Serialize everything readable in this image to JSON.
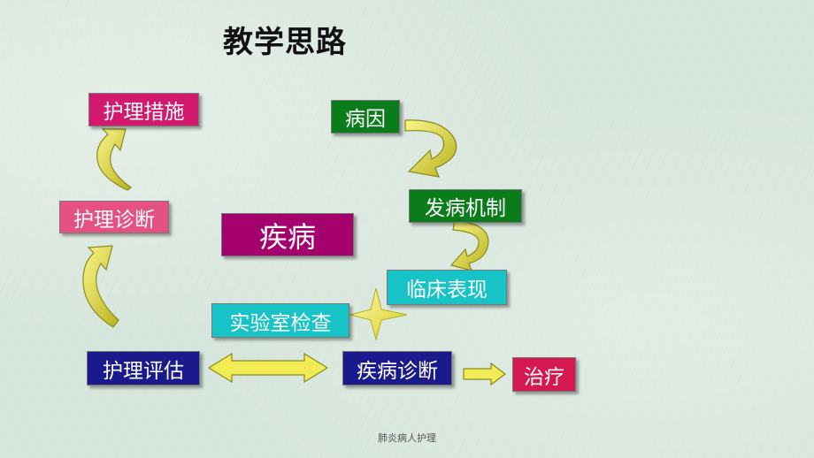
{
  "slide": {
    "title": "教学思路",
    "footer": "肺炎病人护理",
    "boxes": {
      "nursing_measures": "护理措施",
      "nursing_diagnosis": "护理诊断",
      "disease": "疾病",
      "etiology": "病因",
      "pathogenesis": "发病机制",
      "clinical_manifestations": "临床表现",
      "lab_tests": "实验室检查",
      "nursing_assessment": "护理评估",
      "disease_diagnosis": "疾病诊断",
      "treatment": "治疗"
    }
  },
  "colors": {
    "magenta": "#d3196d",
    "pink": "#e65183",
    "purple": "#a4006e",
    "green": "#0a7d1a",
    "cyan": "#17c3c6",
    "navy": "#1a1a8c",
    "crimson": "#d3194f",
    "arrow_fill": "#e9e24b",
    "arrow_stroke": "#8a8a1c"
  }
}
